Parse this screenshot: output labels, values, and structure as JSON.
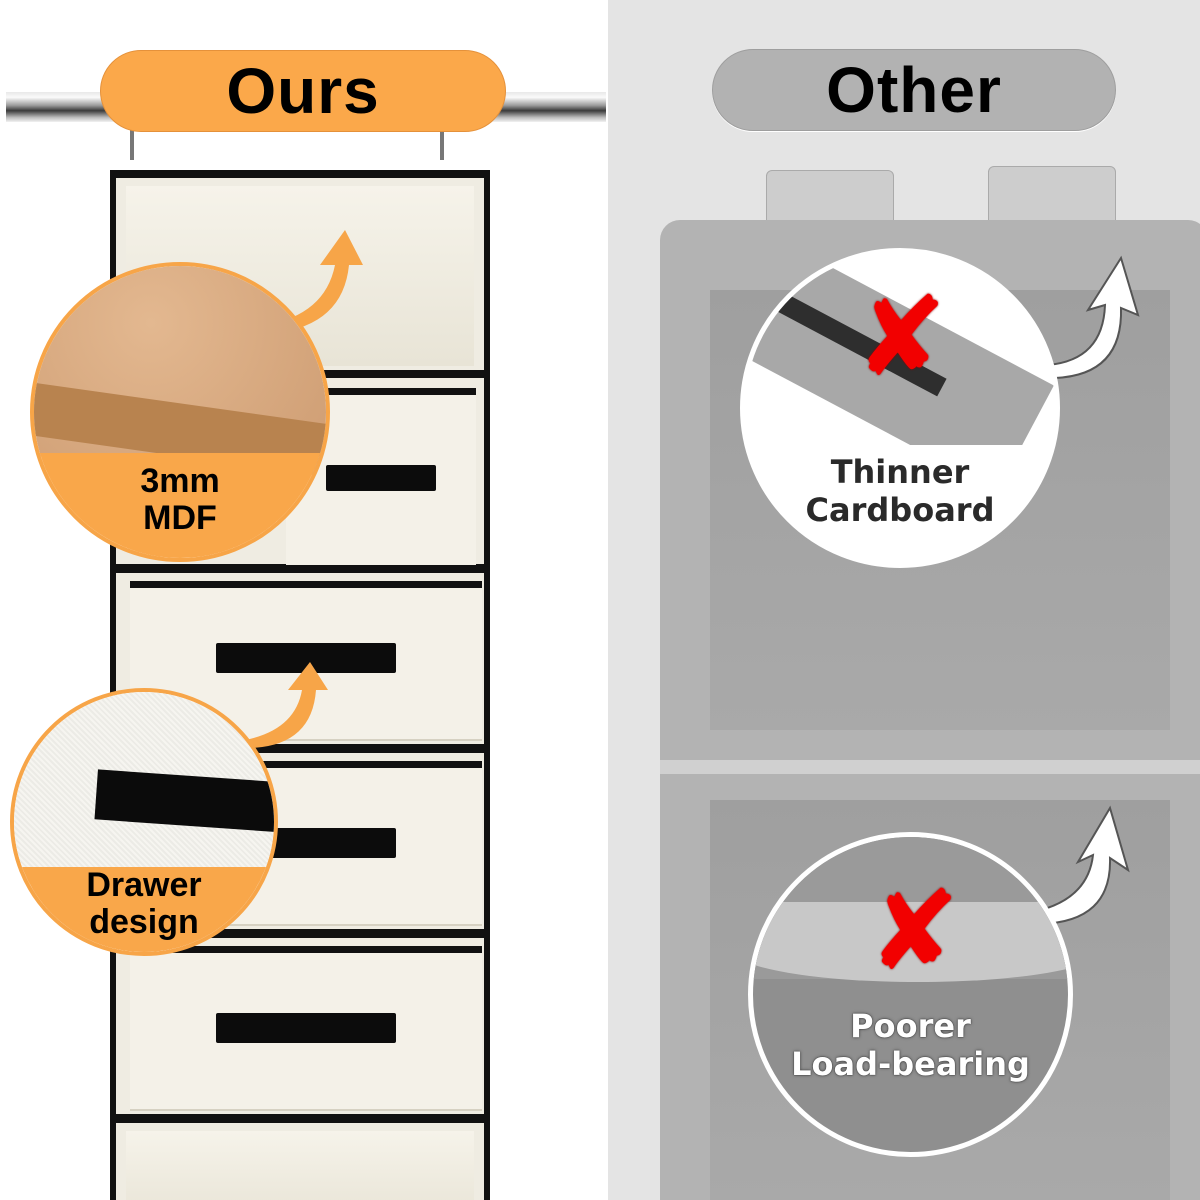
{
  "comparison": {
    "left": {
      "label": "Ours",
      "pill_color": "#fba84a",
      "callouts": [
        {
          "id": "mdf",
          "lines": [
            "3mm",
            "MDF"
          ],
          "icon": "mdf-board"
        },
        {
          "id": "drawer",
          "lines": [
            "Drawer",
            "design"
          ],
          "icon": "drawer-handle"
        }
      ]
    },
    "right": {
      "label": "Other",
      "pill_color": "#b2b2b2",
      "callouts": [
        {
          "id": "cardboard",
          "lines": [
            "Thinner",
            "Cardboard"
          ],
          "icon": "cardboard-board",
          "mark": "✘"
        },
        {
          "id": "load",
          "lines": [
            "Poorer",
            "Load-bearing"
          ],
          "icon": "sagging-shelf",
          "mark": "✘"
        }
      ]
    },
    "colors": {
      "accent_orange": "#f7a548",
      "x_red": "#f20000"
    }
  }
}
